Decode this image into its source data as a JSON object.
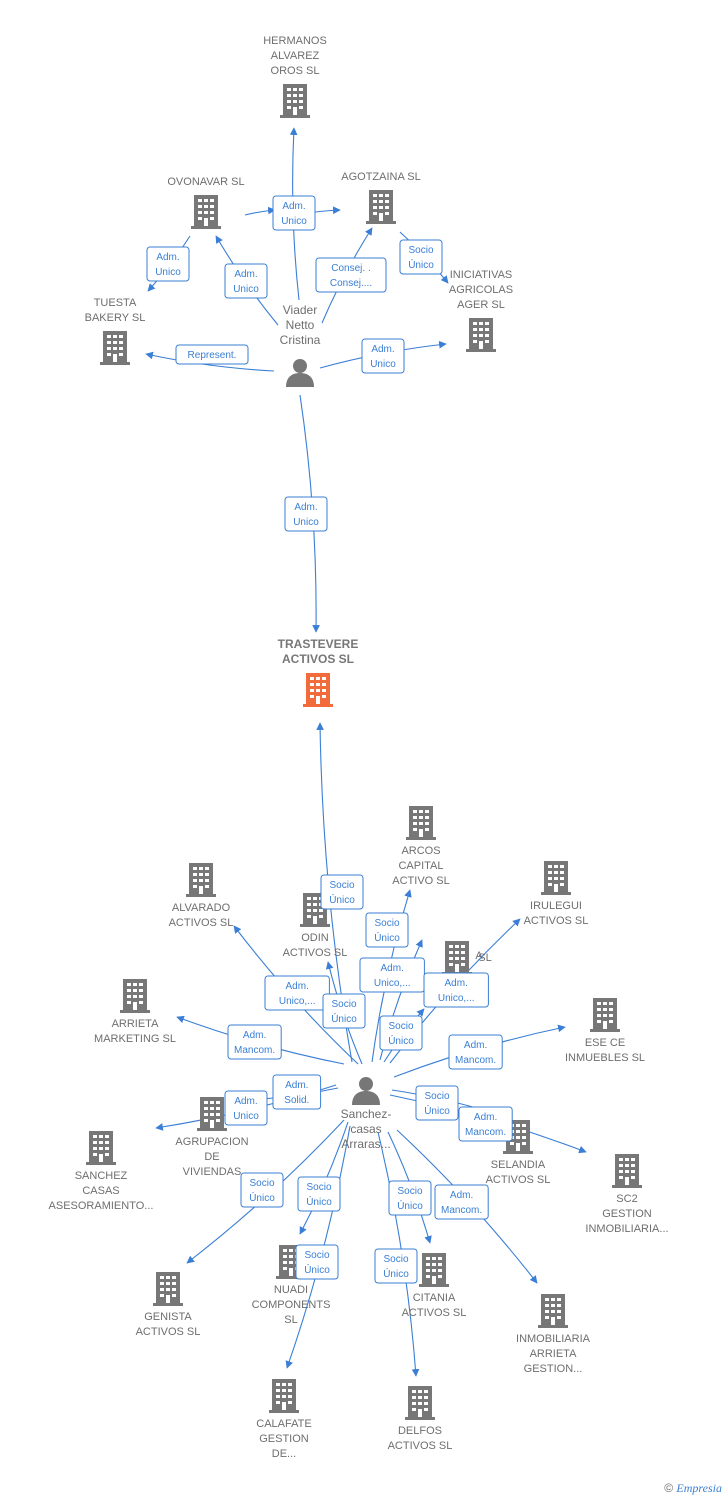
{
  "colors": {
    "edge": "#3a7fd5",
    "company": "#777777",
    "main_company": "#f26b3a",
    "person": "#777777"
  },
  "nodes": [
    {
      "id": "hermanos",
      "type": "company",
      "lines": [
        "HERMANOS",
        "ALVAREZ",
        "OROS SL"
      ]
    },
    {
      "id": "ovonavar",
      "type": "company",
      "lines": [
        "OVONAVAR  SL"
      ]
    },
    {
      "id": "agotzaina",
      "type": "company",
      "lines": [
        "AGOTZAINA SL"
      ]
    },
    {
      "id": "iniciativas",
      "type": "company",
      "lines": [
        "INICIATIVAS",
        "AGRICOLAS",
        "AGER SL"
      ]
    },
    {
      "id": "tuesta",
      "type": "company",
      "lines": [
        "TUESTA",
        "BAKERY  SL"
      ]
    },
    {
      "id": "viader",
      "type": "person",
      "lines": [
        "Viader",
        "Netto",
        "Cristina"
      ]
    },
    {
      "id": "trastevere",
      "type": "main",
      "lines": [
        "TRASTEVERE",
        "ACTIVOS  SL"
      ]
    },
    {
      "id": "arcos",
      "type": "company",
      "lines": [
        "ARCOS",
        "CAPITAL",
        "ACTIVO  SL"
      ]
    },
    {
      "id": "alvarado",
      "type": "company",
      "lines": [
        "ALVARADO",
        "ACTIVOS  SL"
      ]
    },
    {
      "id": "odin",
      "type": "company",
      "lines": [
        "ODIN",
        "ACTIVOS  SL"
      ]
    },
    {
      "id": "irulegui",
      "type": "company",
      "lines": [
        "IRULEGUI",
        "ACTIVOS  SL"
      ]
    },
    {
      "id": "hidden_sl",
      "type": "company",
      "lines": [
        "A",
        "SL"
      ]
    },
    {
      "id": "arrieta_mk",
      "type": "company",
      "lines": [
        "ARRIETA",
        "MARKETING SL"
      ]
    },
    {
      "id": "esece",
      "type": "company",
      "lines": [
        "ESE CE",
        "INMUEBLES SL"
      ]
    },
    {
      "id": "agrupacion",
      "type": "company",
      "lines": [
        "AGRUPACION",
        "DE",
        "VIVIENDAS"
      ]
    },
    {
      "id": "sanchez_casas",
      "type": "company",
      "lines": [
        "SANCHEZ",
        "CASAS",
        "ASESORAMIENTO..."
      ]
    },
    {
      "id": "sanchez_p",
      "type": "person",
      "lines": [
        "Sanchez-",
        "casas",
        "Arraras..."
      ]
    },
    {
      "id": "selandia",
      "type": "company",
      "lines": [
        "SELANDIA",
        "ACTIVOS  SL"
      ]
    },
    {
      "id": "sc2",
      "type": "company",
      "lines": [
        "SC2",
        "GESTION",
        "INMOBILIARIA..."
      ]
    },
    {
      "id": "genista",
      "type": "company",
      "lines": [
        "GENISTA",
        "ACTIVOS  SL"
      ]
    },
    {
      "id": "nuadi",
      "type": "company",
      "lines": [
        "NUADI",
        "COMPONENTS",
        "SL"
      ]
    },
    {
      "id": "citania",
      "type": "company",
      "lines": [
        "CITANIA",
        "ACTIVOS  SL"
      ]
    },
    {
      "id": "inmobiliaria_arrieta",
      "type": "company",
      "lines": [
        "INMOBILIARIA",
        "ARRIETA",
        "GESTION..."
      ]
    },
    {
      "id": "calafate",
      "type": "company",
      "lines": [
        "CALAFATE",
        "GESTION",
        "DE..."
      ]
    },
    {
      "id": "delfos",
      "type": "company",
      "lines": [
        "DELFOS",
        "ACTIVOS  SL"
      ]
    }
  ],
  "roles": [
    {
      "id": "r_hermanos",
      "lines": [
        "Adm.",
        "Unico"
      ]
    },
    {
      "id": "r_agotzaina",
      "lines": [
        "Consej. .",
        "Consej...."
      ]
    },
    {
      "id": "r_ovonavar",
      "lines": [
        "Adm.",
        "Unico"
      ]
    },
    {
      "id": "r_tuesta_a",
      "lines": [
        "Adm.",
        "Unico"
      ]
    },
    {
      "id": "r_agotz_iniciat",
      "lines": [
        "Socio",
        "Único"
      ]
    },
    {
      "id": "r_tuesta",
      "lines": [
        "Represent."
      ]
    },
    {
      "id": "r_iniciativas",
      "lines": [
        "Adm.",
        "Unico"
      ]
    },
    {
      "id": "r_trastevere",
      "lines": [
        "Adm.",
        "Unico"
      ]
    },
    {
      "id": "r_s_trastevere",
      "lines": [
        "Socio",
        "Único"
      ]
    },
    {
      "id": "r_s_arcos",
      "lines": [
        "Socio",
        "Único"
      ]
    },
    {
      "id": "r_s_arcos2",
      "lines": [
        "Adm.",
        "Unico,..."
      ]
    },
    {
      "id": "r_s_alvarado",
      "lines": [
        "Adm.",
        "Unico,..."
      ]
    },
    {
      "id": "r_s_odin",
      "lines": [
        "Socio",
        "Único"
      ]
    },
    {
      "id": "r_s_irulegui",
      "lines": [
        "Adm.",
        "Unico,..."
      ]
    },
    {
      "id": "r_s_hidden",
      "lines": [
        "Socio",
        "Único"
      ]
    },
    {
      "id": "r_s_arrieta",
      "lines": [
        "Adm.",
        "Mancom."
      ]
    },
    {
      "id": "r_s_esece",
      "lines": [
        "Adm.",
        "Mancom."
      ]
    },
    {
      "id": "r_s_agrup",
      "lines": [
        "Adm.",
        "Solid."
      ]
    },
    {
      "id": "r_s_sanchez",
      "lines": [
        "Adm.",
        "Unico"
      ]
    },
    {
      "id": "r_s_selandia",
      "lines": [
        "Socio",
        "Único"
      ]
    },
    {
      "id": "r_s_sc2",
      "lines": [
        "Adm.",
        "Mancom."
      ]
    },
    {
      "id": "r_s_genista",
      "lines": [
        "Socio",
        "Único"
      ]
    },
    {
      "id": "r_s_nuadi",
      "lines": [
        "Socio",
        "Único"
      ]
    },
    {
      "id": "r_s_calafate",
      "lines": [
        "Socio",
        "Único"
      ]
    },
    {
      "id": "r_s_citania",
      "lines": [
        "Socio",
        "Único"
      ]
    },
    {
      "id": "r_s_delfos",
      "lines": [
        "Socio",
        "Único"
      ]
    },
    {
      "id": "r_s_inmob",
      "lines": [
        "Adm.",
        "Mancom."
      ]
    }
  ],
  "footer": {
    "copyright": "©",
    "brand_initial": "E",
    "brand_rest": "mpresia"
  }
}
